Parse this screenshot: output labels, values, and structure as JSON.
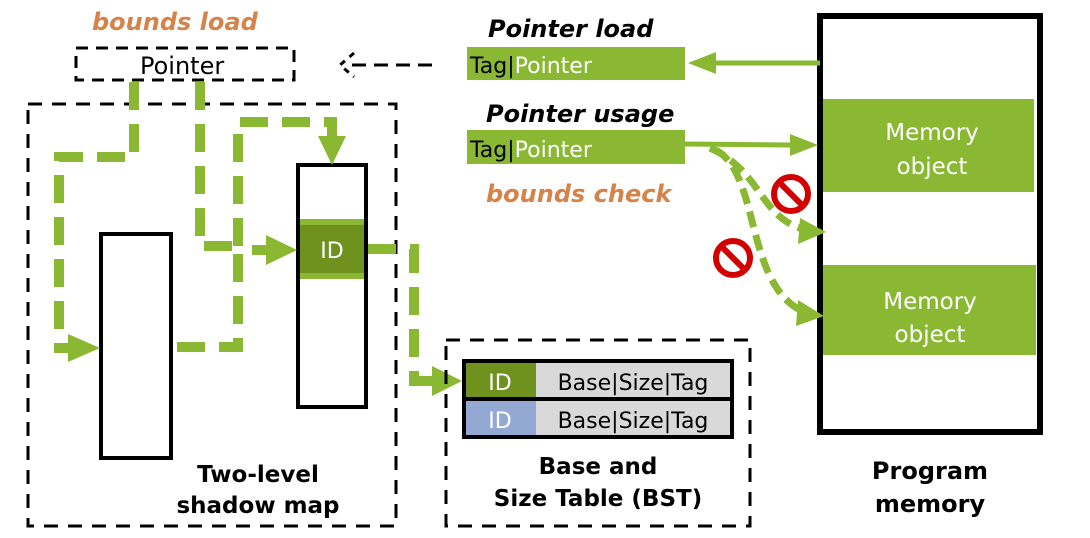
{
  "colors": {
    "green": "#8ab833",
    "dark_green": "#6f911e",
    "orange": "#d4834a",
    "blue": "#93a9d4",
    "gray": "#d9d9d9",
    "black": "#000000",
    "stop_red": "#d40000"
  },
  "labels": {
    "bounds_load": "bounds load",
    "pointer_box": "Pointer",
    "pointer_load_title": "Pointer load",
    "pointer_usage_title": "Pointer usage",
    "bounds_check": "bounds check",
    "tag": "Tag",
    "sep": "|",
    "pointer": "Pointer",
    "id_shadow": "ID",
    "shadow_map_line1": "Two-level",
    "shadow_map_line2": "shadow map",
    "bst_line1": "Base and",
    "bst_line2": "Size Table (BST)",
    "program_memory_line1": "Program",
    "program_memory_line2": "memory",
    "memory_object_line1": "Memory",
    "memory_object_line2": "object"
  },
  "bst_rows": [
    {
      "id": "ID",
      "fields": "Base|Size|Tag",
      "id_color": "dark_green"
    },
    {
      "id": "ID",
      "fields": "Base|Size|Tag",
      "id_color": "blue"
    }
  ],
  "icons": {
    "stop": "prohibited-icon"
  }
}
